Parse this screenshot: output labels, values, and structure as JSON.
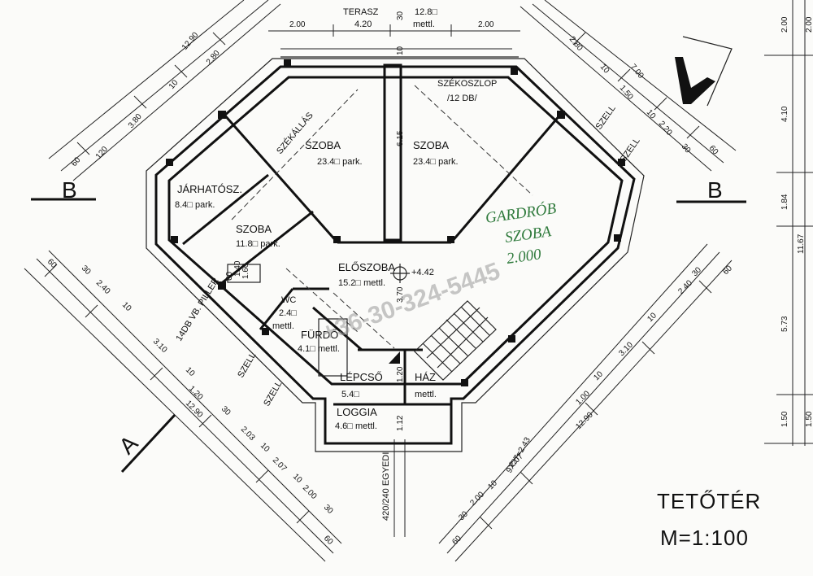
{
  "rooms": {
    "terasz_name": "TERASZ",
    "terasz_width": "4.20",
    "terasz_area": "12.8□",
    "terasz_floor": "mettl.",
    "szekoszlop": "SZÉKOSZLOP",
    "szekoszlop_count": "/12 DB/",
    "szekallas": "SZÉKÁLLÁS",
    "szoba_left_name": "SZOBA",
    "szoba_left_area": "23.4□ park.",
    "szoba_right_name": "SZOBA",
    "szoba_right_area": "23.4□ park.",
    "jarhato_name": "JÁRHATÓSZ.",
    "jarhato_area": "8.4□ park.",
    "szoba_small_name": "SZOBA",
    "szoba_small_area": "11.8□ park.",
    "eloszoba_name": "ELŐSZOBA",
    "eloszoba_area": "15.2□ mettl.",
    "level": "+4.42",
    "wc_name": "WC",
    "wc_area": "2.4□",
    "wc_floor": "mettl.",
    "furdo_name": "FÜRDŐ",
    "furdo_area": "4.1□ mettl.",
    "lepcsohaz_a": "LÉPCSŐ",
    "lepcsohaz_b": "HÁZ",
    "lepcso_area": "5.4□",
    "lepcso_floor": "mettl.",
    "loggia_name": "LOGGIA",
    "loggia_area": "4.6□ mettl.",
    "piller": "14DB VB. PILLER",
    "szell_1": "SZELL",
    "szell_2": "SZELL",
    "szell_3": "SZELL",
    "szell_4": "SZELL",
    "egyedi": "420/240 EGYEDI",
    "stair_dim": "9X27=2.43"
  },
  "handwritten": {
    "line1": "GARDRÓB",
    "line2": "SZOBA",
    "line3": "2.000"
  },
  "watermark": "+36-30-324-5445",
  "section_marks": {
    "left": "B",
    "right": "B",
    "arrow": "A"
  },
  "title": {
    "name": "TETŐTÉR",
    "scale": "M=1:100"
  },
  "dimensions": {
    "top": [
      "2.00",
      "2.00",
      "6.15",
      "3.70",
      "1.20",
      "1.12",
      "10",
      "30"
    ],
    "upper_left": [
      "12.90",
      "2.80",
      "10",
      "3.80",
      "120",
      "60"
    ],
    "upper_right": [
      "2.80",
      "7.00",
      "10",
      "1.50",
      "10",
      "2.20",
      "30",
      "60"
    ],
    "lower_left": [
      "60",
      "30",
      "2.40",
      "10",
      "3.10",
      "10",
      "1.20",
      "12.90",
      "30",
      "2.03",
      "10",
      "2.07",
      "10",
      "2.00",
      "30",
      "60"
    ],
    "lower_right": [
      "30",
      "60",
      "2.40",
      "10",
      "3.10",
      "10",
      "1.00",
      "12.90",
      "2.07",
      "10",
      "2.00",
      "30",
      "60"
    ],
    "right_column": [
      "2.00",
      "4.10",
      "1.84",
      "11.67",
      "5.73",
      "1.50",
      "1.50",
      "2.00"
    ],
    "misc": [
      "1.40",
      "60",
      "1.60"
    ]
  }
}
